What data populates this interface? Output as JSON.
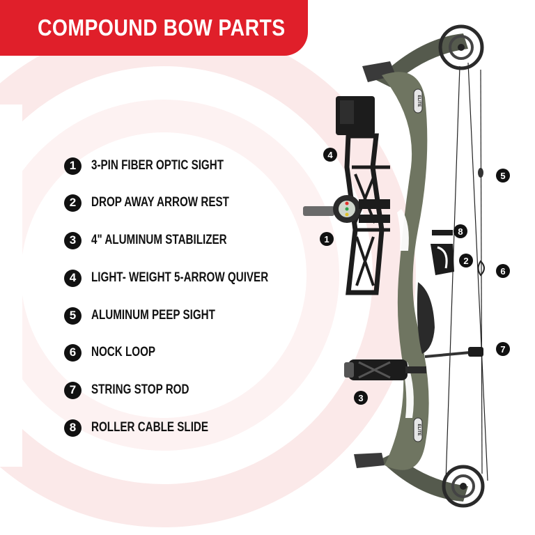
{
  "title": "COMPOUND BOW PARTS",
  "colors": {
    "banner": "#e01f2a",
    "bow_riser": "#6f7561",
    "accessories": "#1c1c1c",
    "background_target": "#fbe7e7"
  },
  "parts": [
    {
      "number": "1",
      "label": "3-PIN FIBER OPTIC SIGHT"
    },
    {
      "number": "2",
      "label": "DROP AWAY ARROW REST"
    },
    {
      "number": "3",
      "label": "4\" ALUMINUM STABILIZER"
    },
    {
      "number": "4",
      "label": "LIGHT- WEIGHT 5-ARROW QUIVER"
    },
    {
      "number": "5",
      "label": "ALUMINUM PEEP SIGHT"
    },
    {
      "number": "6",
      "label": "NOCK LOOP"
    },
    {
      "number": "7",
      "label": "STRING STOP ROD"
    },
    {
      "number": "8",
      "label": "ROLLER CABLE SLIDE"
    }
  ],
  "callouts": [
    "4",
    "5",
    "8",
    "1",
    "2",
    "6",
    "7",
    "3"
  ],
  "riser_marks": [
    "ELITE",
    "ELITE"
  ]
}
